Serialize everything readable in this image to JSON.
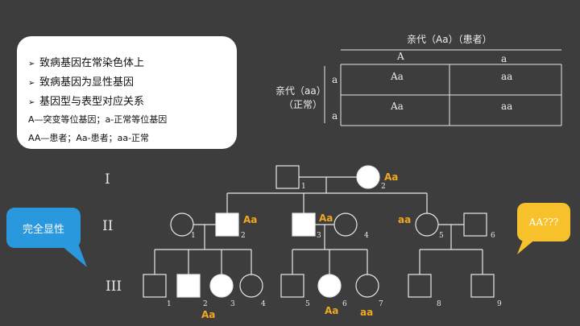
{
  "legend_box": {
    "bullets": [
      "致病基因在常染色体上",
      "致病基因为显性基因",
      "基因型与表型对应关系"
    ],
    "notes": [
      "A—突变等位基因；a-正常等位基因",
      "AA—患者；Aa-患者；aa-正常"
    ]
  },
  "punnett": {
    "top_header": "亲代（Aa）（患者）",
    "col_alleles": [
      "A",
      "a"
    ],
    "side_header_line1": "亲代（aa）",
    "side_header_line2": "（正常）",
    "row_alleles": [
      "a",
      "a"
    ],
    "cells": [
      "Aa",
      "aa",
      "Aa",
      "aa"
    ]
  },
  "pedigree": {
    "generations": [
      "I",
      "II",
      "III"
    ],
    "numbers": {
      "g1": [
        "1",
        "2"
      ],
      "g2": [
        "1",
        "2",
        "3",
        "4",
        "5",
        "6"
      ],
      "g3": [
        "1",
        "2",
        "3",
        "4",
        "5",
        "6",
        "7",
        "8",
        "9"
      ]
    },
    "genotype_labels": {
      "i2": "Aa",
      "ii2": "Aa",
      "ii3": "Aa",
      "ii5": "aa",
      "iii2": "Aa",
      "iii6": "Aa",
      "iii7": "aa"
    },
    "genotype_color": "#f0a81e",
    "affected_fill": "#ffffff"
  },
  "callouts": {
    "left": "完全显性",
    "right": "AA???",
    "left_color": "#2a98dd",
    "right_color": "#f7c12b"
  }
}
